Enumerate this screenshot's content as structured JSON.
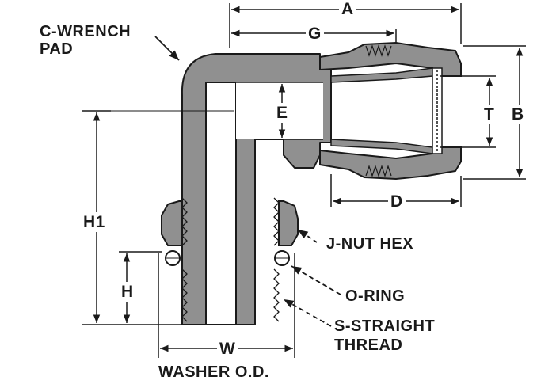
{
  "colors": {
    "metal": "#909090",
    "metal_dark": "#6e6e6e",
    "outline": "#1a1a1a",
    "background": "#ffffff"
  },
  "labels": {
    "c_wrench_line1": "C-WRENCH",
    "c_wrench_line2": "PAD",
    "j_nut_hex": "J-NUT HEX",
    "o_ring": "O-RING",
    "s_thread_line1": "S-STRAIGHT",
    "s_thread_line2": "THREAD",
    "washer_od": "WASHER O.D."
  },
  "dimensions": {
    "a": "A",
    "g": "G",
    "b": "B",
    "t": "T",
    "e": "E",
    "d": "D",
    "h1": "H1",
    "h": "H",
    "w": "W"
  }
}
